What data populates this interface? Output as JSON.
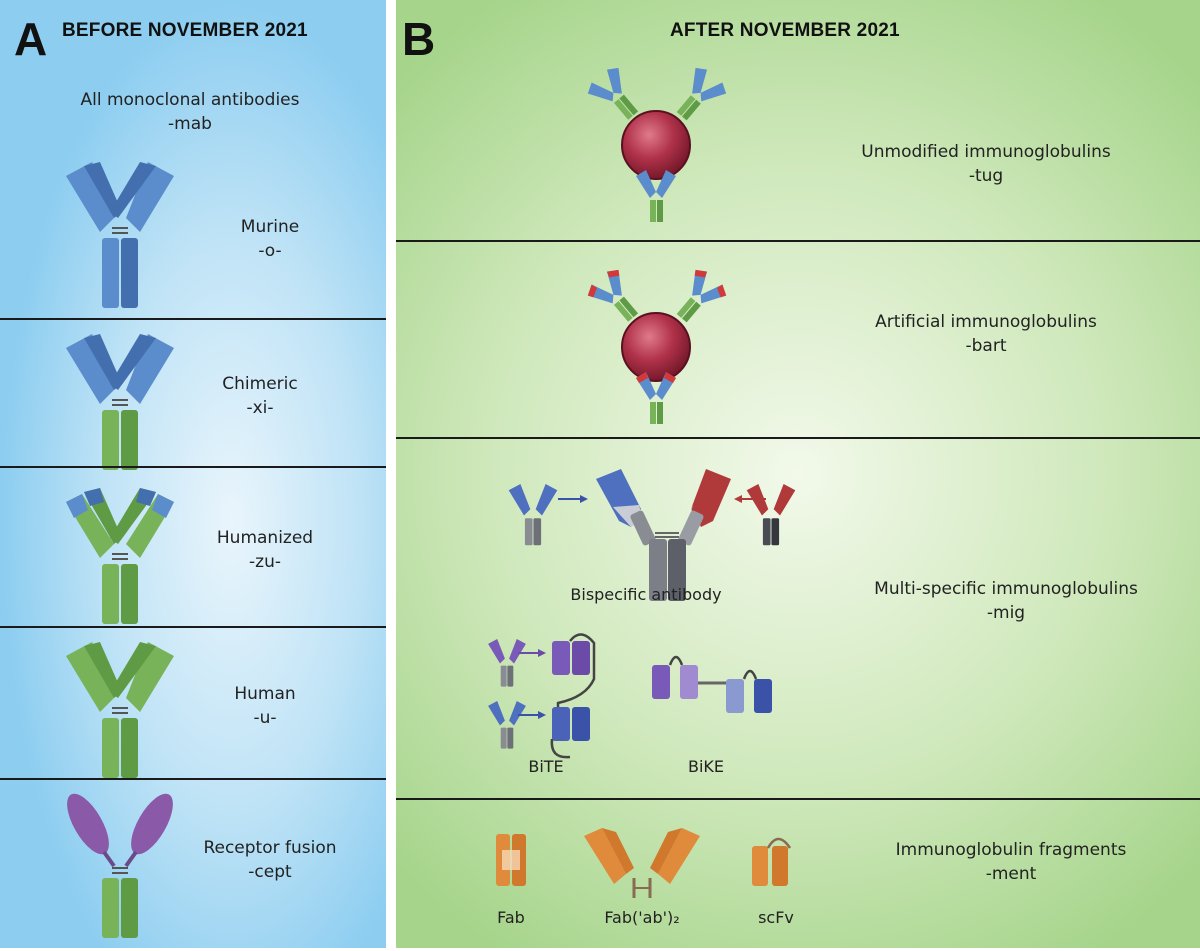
{
  "panel_a": {
    "letter": "A",
    "header": "BEFORE NOVEMBER 2021",
    "intro": {
      "line1": "All monoclonal antibodies",
      "line2": "-mab"
    },
    "rows": [
      {
        "name": "Murine",
        "suffix": "-o-"
      },
      {
        "name": "Chimeric",
        "suffix": "-xi-"
      },
      {
        "name": "Humanized",
        "suffix": "-zu-"
      },
      {
        "name": "Human",
        "suffix": "-u-"
      },
      {
        "name": "Receptor fusion",
        "suffix": "-cept"
      }
    ]
  },
  "panel_b": {
    "letter": "B",
    "header": "AFTER NOVEMBER 2021",
    "rows": [
      {
        "name": "Unmodified immunoglobulins",
        "suffix": "-tug"
      },
      {
        "name": "Artificial immunoglobulins",
        "suffix": "-bart"
      },
      {
        "name": "Multi-specific immunoglobulins",
        "suffix": "-mig"
      },
      {
        "name": "Immunoglobulin fragments",
        "suffix": "-ment"
      }
    ],
    "multi_captions": {
      "bispecific": "Bispecific antibody",
      "bite": "BiTE",
      "bike": "BiKE"
    },
    "fragment_captions": {
      "fab": "Fab",
      "fab2": "Fab('ab')₂",
      "scfv": "scFv"
    }
  },
  "colors": {
    "murine_blue": "#4f7fbf",
    "human_green": "#6aa84f",
    "receptor_purple": "#8a5aa8",
    "antigen_red": "#a62d44",
    "fragment_orange": "#e08a3c",
    "bispecific_red": "#b03a3a",
    "bite_purple": "#6b4aa8",
    "bite_blue": "#3a52a8"
  }
}
